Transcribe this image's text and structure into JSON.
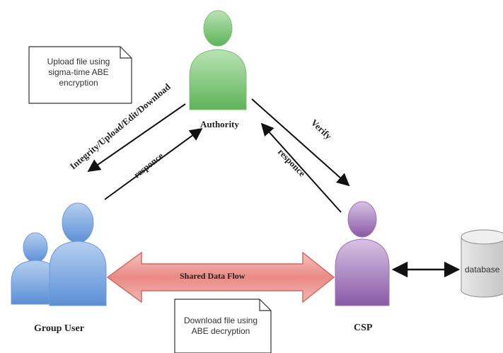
{
  "nodes": {
    "authority": "Authority",
    "group_user": "Group User",
    "csp": "CSP",
    "database": "database"
  },
  "notes": {
    "upload_line1": "Upload file using",
    "upload_line2": "sigma-time ABE",
    "upload_line3": "encryption",
    "download_line1": "Download file using",
    "download_line2": "ABE decryption"
  },
  "edges": {
    "integrity": "Integrity/Upload/Edit/Download",
    "responce_left": "responce",
    "verify": "Verify",
    "responce_right": "responce",
    "shared_flow": "Shared Data Flow"
  },
  "colors": {
    "authority": "#7ec87a",
    "group_user": "#7fa8de",
    "csp": "#9b6fb3",
    "flow_arrow": "#e98a86",
    "database": "#d4d4d4"
  }
}
